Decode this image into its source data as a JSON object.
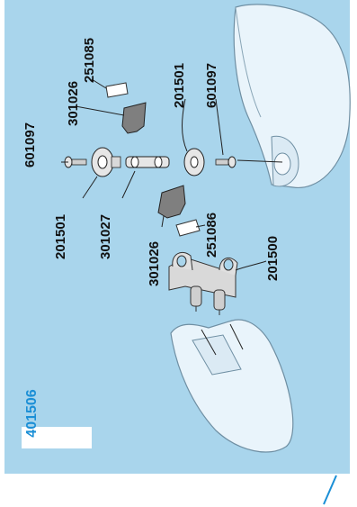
{
  "set_number": "401506",
  "labels": {
    "top_left_screw": "601097",
    "top_pad_upper": "251085",
    "top_clip": "301026",
    "left_bushing": "201501",
    "axle_pin": "301027",
    "right_bushing": "201501",
    "right_screw": "601097",
    "bottom_clip": "301026",
    "bottom_pad": "251086",
    "bracket": "201500"
  },
  "colors": {
    "background": "#a9d5ec",
    "badge_text": "#1b8fd6",
    "accent_slash": "#1b8fd6"
  }
}
